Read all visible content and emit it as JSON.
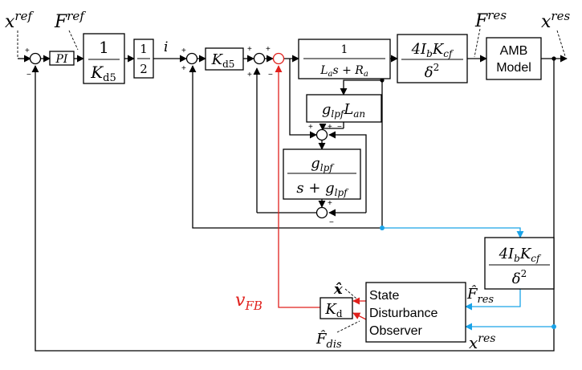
{
  "signals": {
    "x_ref_base": "x",
    "x_ref_sup": "ref",
    "F_ref_base": "F",
    "F_ref_sup": "ref",
    "i_label": "i",
    "F_res_base": "F",
    "F_res_sup": "res",
    "x_res_top_base": "x",
    "x_res_top_sup": "res",
    "v_fb_base": "v",
    "v_fb_sub": "FB",
    "x_hat": "x̂",
    "F_hat_res_base": "F̂",
    "F_hat_res_sub": "res",
    "F_hat_dis_base": "F̂",
    "F_hat_dis_sub": "dis",
    "x_res_bottom_base": "x",
    "x_res_bottom_sup": "res"
  },
  "blocks": {
    "pi": "PI",
    "gain_kd5_num": "1",
    "gain_kd5_den_base": "K",
    "gain_kd5_den_sub": "d5",
    "half_num": "1",
    "half_den": "2",
    "kd5_base": "K",
    "kd5_sub": "d5",
    "plant_num": "1",
    "plant_den_La": "L",
    "plant_den_La_sub": "a",
    "plant_den_s": "s + R",
    "plant_den_Ra_sub": "a",
    "force_num": "4I",
    "force_num_b": "b",
    "force_num_K": "K",
    "force_num_cf": "cf",
    "force_den": "δ",
    "force_den_sup": "2",
    "amb_line1": "AMB",
    "amb_line2": "Model",
    "glpf_lan_g": "g",
    "glpf_lan_lpf": "lpf",
    "glpf_lan_L": "L",
    "glpf_lan_an": "an",
    "lpf_num_g": "g",
    "lpf_num_sub": "lpf",
    "lpf_den_s": "s + g",
    "lpf_den_sub": "lpf",
    "force2_num": "4I",
    "force2_num_b": "b",
    "force2_num_K": "K",
    "force2_num_cf": "cf",
    "force2_den": "δ",
    "force2_den_sup": "2",
    "kd_base": "K",
    "kd_sub": "d",
    "observer_line1": "State",
    "observer_line2": "Disturbance",
    "observer_line3": "Observer"
  },
  "signs": {
    "plus": "+",
    "minus": "−"
  },
  "colors": {
    "feedback_red": "#e0201c",
    "observer_blue": "#1aa3e8",
    "line_black": "#000000"
  }
}
